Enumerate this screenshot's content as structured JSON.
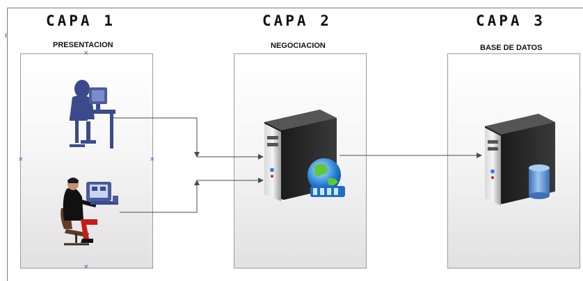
{
  "layers": [
    {
      "title": "CAPA 1",
      "subtitle": "PRESENTACION"
    },
    {
      "title": "CAPA 2",
      "subtitle": "NEGOCIACION"
    },
    {
      "title": "CAPA 3",
      "subtitle": "BASE DE DATOS"
    }
  ],
  "icons": {
    "client_a": "user-at-desk-icon",
    "client_b": "user-at-computer-icon",
    "app_server": "server-with-globe-icon",
    "db_server": "server-with-database-icon"
  },
  "colors": {
    "box_border": "#9a9a9a",
    "connector": "#4a4a4a",
    "desk_user": "#3a4a8a",
    "server_body": "#2a2a2a",
    "database": "#5b8fd6",
    "globe": "#2b86d8"
  }
}
